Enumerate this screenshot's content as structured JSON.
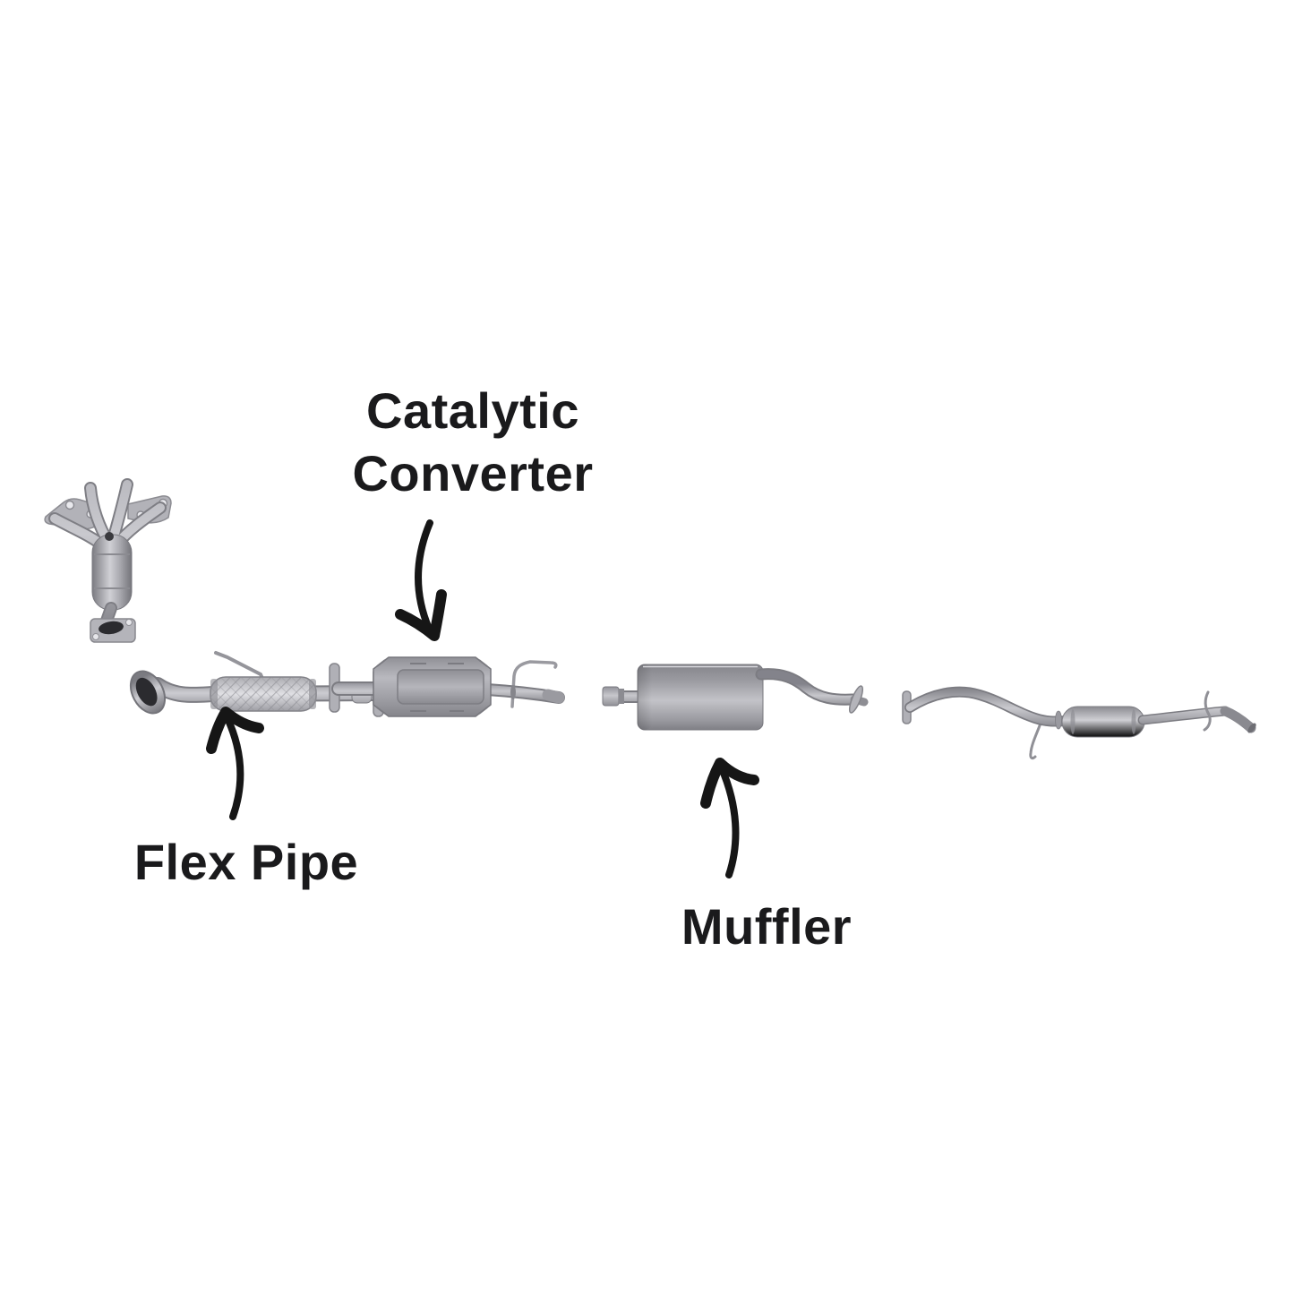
{
  "labels": {
    "catalytic_converter": {
      "line1": "Catalytic",
      "line2": "Converter"
    },
    "flex_pipe": {
      "text": "Flex Pipe"
    },
    "muffler": {
      "text": "Muffler"
    }
  },
  "icons": {
    "catalytic_converter_arrow": "curved-arrow-down",
    "flex_pipe_arrow": "curved-arrow-up",
    "muffler_arrow": "curved-arrow-up"
  },
  "colors": {
    "background": "#ffffff",
    "label_text": "#1a1a1c",
    "arrow": "#161616",
    "metal_light": "#cdcdd2",
    "metal_mid": "#a4a4aa",
    "metal_dark": "#77777d",
    "opening_dark": "#2b2b2f"
  }
}
